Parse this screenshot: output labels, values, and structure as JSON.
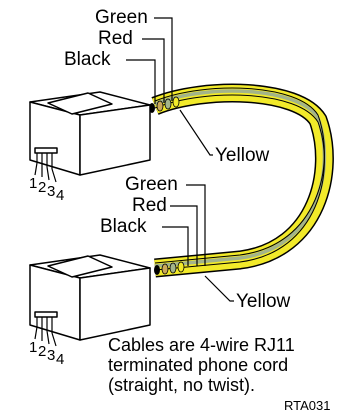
{
  "wires_top": {
    "green": "Green",
    "red": "Red",
    "black": "Black",
    "yellow": "Yellow"
  },
  "wires_bottom": {
    "green": "Green",
    "red": "Red",
    "black": "Black",
    "yellow": "Yellow"
  },
  "pins_top": [
    "1",
    "2",
    "3",
    "4"
  ],
  "pins_bottom": [
    "1",
    "2",
    "3",
    "4"
  ],
  "note": {
    "line1": "Cables are 4-wire RJ11",
    "line2": "terminated phone cord",
    "line3": "(straight, no twist)."
  },
  "figure_code": "RTA031",
  "colors": {
    "yellow": "#f2ea2a",
    "green": "#a3b48a",
    "red": "#c9a85a",
    "black": "#000000"
  }
}
